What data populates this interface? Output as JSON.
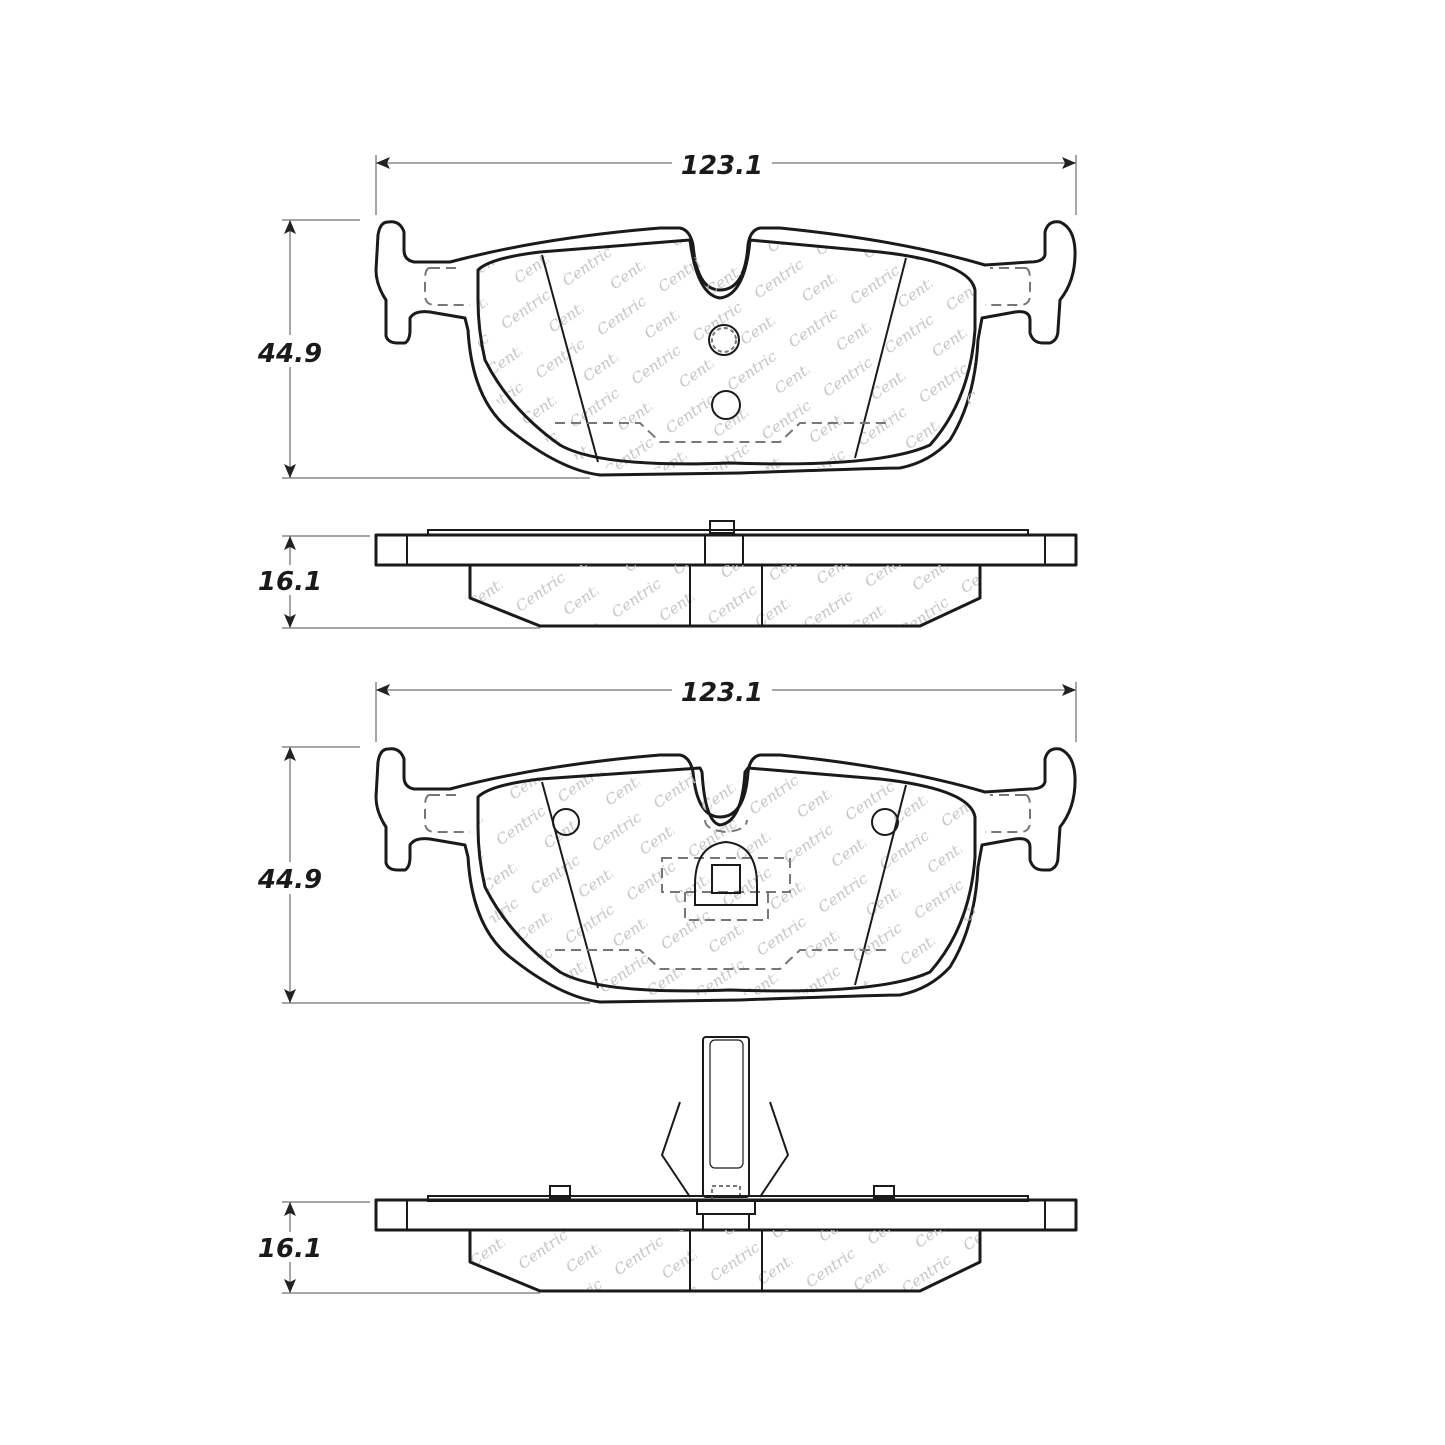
{
  "drawing": {
    "brand_watermark": "Centric",
    "views": [
      {
        "name": "top-pad-face",
        "width_label": "123.1",
        "height_label": "44.9"
      },
      {
        "name": "top-pad-side",
        "thickness_label": "16.1"
      },
      {
        "name": "bottom-pad-face",
        "width_label": "123.1",
        "height_label": "44.9"
      },
      {
        "name": "bottom-pad-side",
        "thickness_label": "16.1"
      }
    ],
    "units": "mm",
    "colors": {
      "line": "#1a1a1a",
      "dimension": "#888888",
      "watermark": "#c4c4c4",
      "background": "#ffffff"
    }
  }
}
